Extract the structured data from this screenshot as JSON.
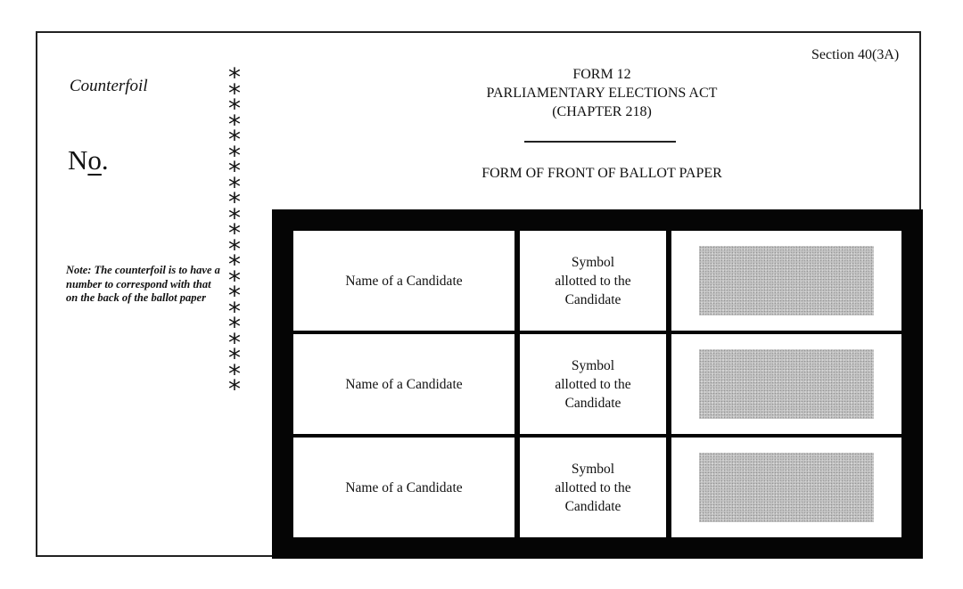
{
  "header": {
    "section_ref": "Section 40(3A)",
    "form_number": "FORM 12",
    "act_name": "PARLIAMENTARY ELECTIONS ACT",
    "chapter": "(CHAPTER 218)",
    "subtitle": "FORM OF FRONT OF BALLOT PAPER"
  },
  "counterfoil": {
    "label": "Counterfoil",
    "number_label_prefix": "N",
    "number_label_underlined": "o",
    "number_label_suffix": ".",
    "note": "Note:  The counterfoil is to have a number to correspond with that on the back of the ballot paper"
  },
  "perforation": {
    "glyph": "*",
    "count": 21
  },
  "ballot": {
    "rows": [
      {
        "name": "Name of a Candidate",
        "symbol_line1": "Symbol",
        "symbol_line2": "allotted to the",
        "symbol_line3": "Candidate"
      },
      {
        "name": "Name of a Candidate",
        "symbol_line1": "Symbol",
        "symbol_line2": "allotted to the",
        "symbol_line3": "Candidate"
      },
      {
        "name": "Name of a Candidate",
        "symbol_line1": "Symbol",
        "symbol_line2": "allotted to the",
        "symbol_line3": "Candidate"
      }
    ],
    "shade_color": "#c4c4c4",
    "panel_color": "#050505"
  }
}
